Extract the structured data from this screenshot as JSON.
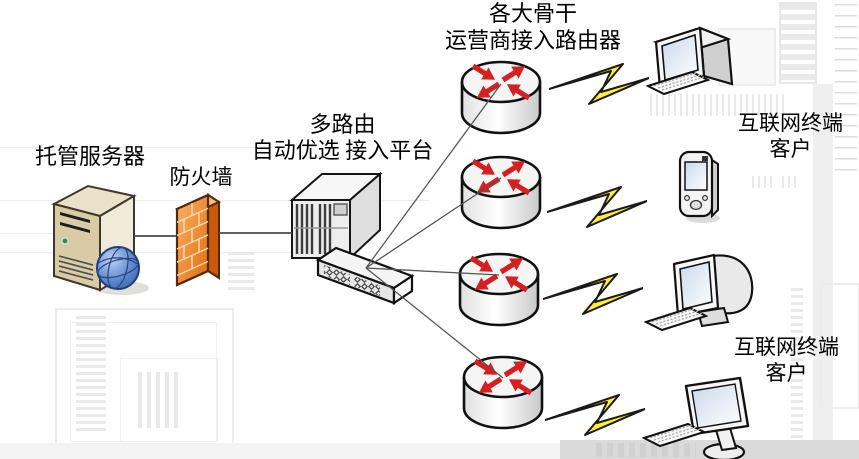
{
  "title": {
    "line1": "各大骨干",
    "line2": "运营商接入路由器"
  },
  "nodes": {
    "server": {
      "label": "托管服务器",
      "icon": "server-tower-with-globe"
    },
    "firewall": {
      "label": "防火墙",
      "icon": "firewall-brick-wall"
    },
    "platform": {
      "label_line1": "多路由",
      "label_line2": "自动优选 接入平台",
      "icon": "mainframe-with-switch"
    },
    "routers": {
      "icon": "router-cylinder-with-red-arrows",
      "count": 4
    },
    "clients_top": {
      "label_line1": "互联网终端",
      "label_line2": "客户",
      "devices": [
        "desktop-computer-with-keyboard",
        "pda-handheld"
      ]
    },
    "clients_bottom": {
      "label_line1": "互联网终端",
      "label_line2": "客户",
      "devices": [
        "crt-monitor-with-keyboard",
        "lcd-monitor-with-keyboard"
      ]
    }
  },
  "connections": [
    {
      "from": "server",
      "to": "firewall",
      "style": "cable"
    },
    {
      "from": "firewall",
      "to": "platform",
      "style": "cable"
    },
    {
      "from": "platform",
      "to": "router-1",
      "style": "cable"
    },
    {
      "from": "platform",
      "to": "router-2",
      "style": "cable"
    },
    {
      "from": "platform",
      "to": "router-3",
      "style": "cable"
    },
    {
      "from": "platform",
      "to": "router-4",
      "style": "cable"
    },
    {
      "from": "router-1",
      "to": "desktop-computer",
      "style": "lightning-bolt"
    },
    {
      "from": "router-2",
      "to": "pda-handheld",
      "style": "lightning-bolt"
    },
    {
      "from": "router-3",
      "to": "crt-monitor",
      "style": "lightning-bolt"
    },
    {
      "from": "router-4",
      "to": "lcd-monitor",
      "style": "lightning-bolt"
    }
  ],
  "colors": {
    "background": "#ffffff",
    "watermark_gray": "#ececec",
    "bottom_strip_gray": "#d9d9d9",
    "firewall_orange": "#ef7d1d",
    "router_arrow_red": "#d61f1f",
    "lightning_yellow": "#ffee33",
    "server_beige": "#d9cba5",
    "globe_blue": "#5b86cd",
    "connector_line": "#4a4a4a"
  }
}
